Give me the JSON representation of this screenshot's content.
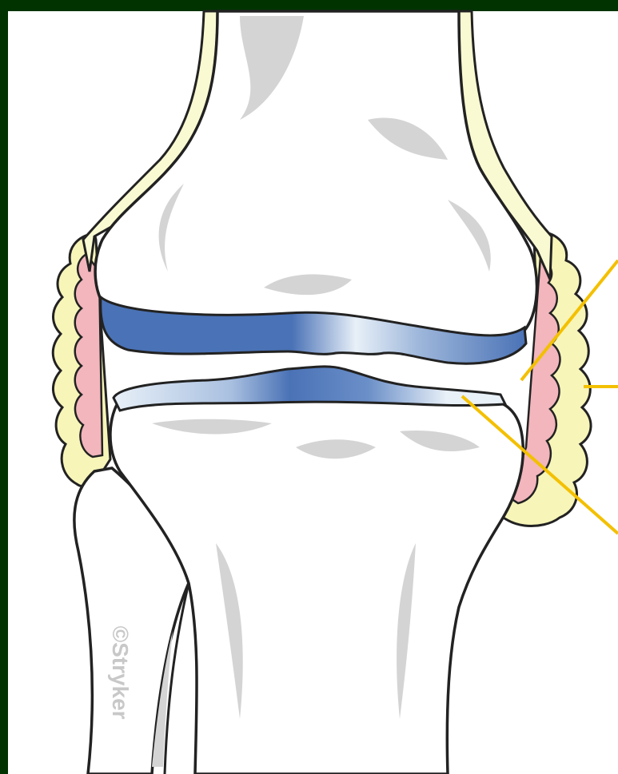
{
  "figure": {
    "watermark": "©Stryker",
    "colors": {
      "frame": "#003300",
      "canvas": "#ffffff",
      "outline": "#222222",
      "bone_shadow": "#d4d4d4",
      "periosteum": "#fafad2",
      "capsule": "#f7f5b8",
      "synovium": "#f2b6bc",
      "cartilage_dark": "#4a72b6",
      "cartilage_light": "#e8f0f8",
      "leader_line": "#f3c000"
    },
    "leader_lines": [
      {
        "name": "joint-space-leader"
      },
      {
        "name": "capsule-leader"
      },
      {
        "name": "tibial-cartilage-leader"
      }
    ]
  }
}
